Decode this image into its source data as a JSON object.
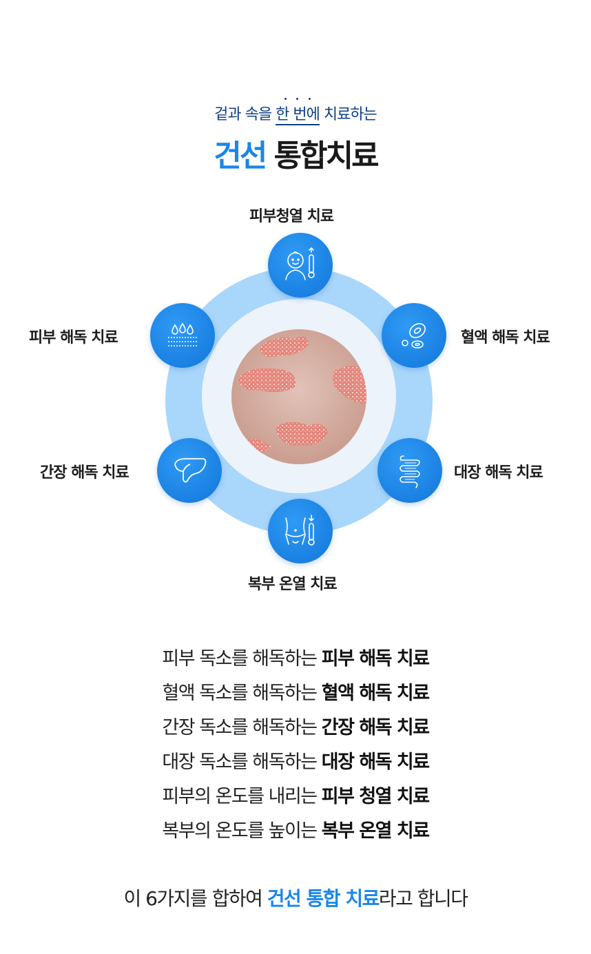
{
  "header": {
    "subtitle_pre": "겉과 속을 ",
    "subtitle_emph": "한 번에",
    "subtitle_post": " 치료하는",
    "title_blue": "건선",
    "title_dark": " 통합치료"
  },
  "diagram": {
    "nodes": [
      {
        "label": "피부청열 치료",
        "icon": "baby-thermometer-icon"
      },
      {
        "label": "혈액 해독 치료",
        "icon": "blood-cells-icon"
      },
      {
        "label": "대장 해독 치료",
        "icon": "intestine-icon"
      },
      {
        "label": "복부 온열 치료",
        "icon": "abdomen-thermometer-icon"
      },
      {
        "label": "간장 해독 치료",
        "icon": "liver-icon"
      },
      {
        "label": "피부 해독 치료",
        "icon": "skin-drops-icon"
      }
    ]
  },
  "descriptions": [
    {
      "plain": "피부 독소를 해독하는 ",
      "bold": "피부 해독 치료"
    },
    {
      "plain": "혈액 독소를 해독하는 ",
      "bold": "혈액 해독 치료"
    },
    {
      "plain": "간장 독소를 해독하는 ",
      "bold": "간장 해독 치료"
    },
    {
      "plain": "대장 독소를 해독하는 ",
      "bold": "대장 해독 치료"
    },
    {
      "plain": "피부의 온도를 내리는 ",
      "bold": "피부 청열 치료"
    },
    {
      "plain": "복부의 온도를 높이는 ",
      "bold": "복부 온열 치료"
    }
  ],
  "closing": {
    "pre": "이 6가지를 합하여 ",
    "highlight": "건선 통합 치료",
    "post": "라고 합니다"
  },
  "colors": {
    "accent": "#1a86ea",
    "navy": "#0d3f86",
    "ring": "#a9d6fb",
    "inner": "#edf3fa"
  }
}
